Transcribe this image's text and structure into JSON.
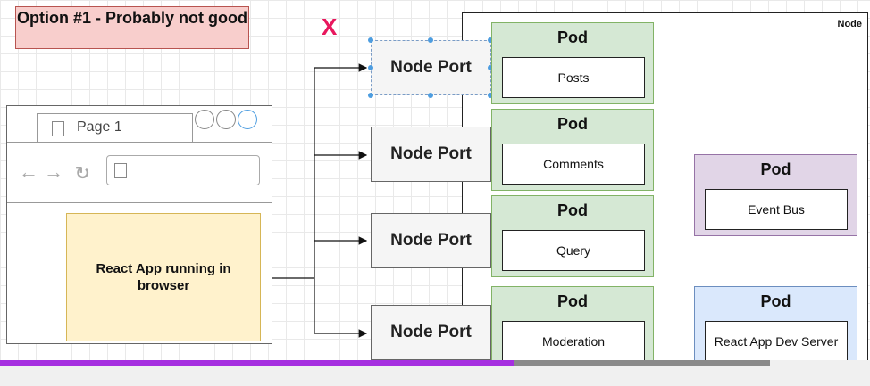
{
  "title": "Option #1 - Probably not good",
  "x_mark": "X",
  "node_label": "Node",
  "node_ports": [
    {
      "label": "Node Port"
    },
    {
      "label": "Node Port"
    },
    {
      "label": "Node Port"
    },
    {
      "label": "Node Port"
    }
  ],
  "pods": [
    {
      "title": "Pod",
      "service": "Posts"
    },
    {
      "title": "Pod",
      "service": "Comments"
    },
    {
      "title": "Pod",
      "service": "Query"
    },
    {
      "title": "Pod",
      "service": "Moderation"
    },
    {
      "title": "Pod",
      "service": "Event Bus"
    },
    {
      "title": "Pod",
      "service": "React App Dev Server"
    }
  ],
  "browser": {
    "tab_label": "Page 1",
    "app_label": "React App running in browser"
  },
  "video": {
    "progress": 0.59
  },
  "colors": {
    "title_fill": "#f8cecc",
    "x_mark": "#e8175d",
    "pod_green": "#d5e8d4",
    "pod_purple": "#e1d5e7",
    "pod_blue": "#dae8fc",
    "react_fill": "#fff2cc",
    "progress": "#a62fe0"
  }
}
